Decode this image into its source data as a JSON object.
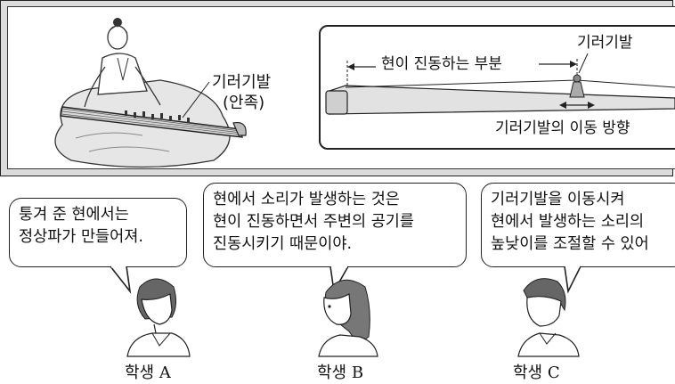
{
  "panel": {
    "left_label_line1": "기러기발",
    "left_label_line2": "(안족)",
    "diagram_vibrating_part": "현이 진동하는 부분",
    "diagram_bridge": "기러기발",
    "diagram_direction": "기러기발의 이동 방향"
  },
  "students": [
    {
      "name": "학생 A",
      "speech": [
        "퉁겨 준 현에서는",
        "정상파가 만들어져."
      ]
    },
    {
      "name": "학생 B",
      "speech": [
        "현에서 소리가 발생하는 것은",
        "현이 진동하면서 주변의 공기를",
        "진동시키기 때문이야."
      ]
    },
    {
      "name": "학생 C",
      "speech": [
        "기러기발을 이동시켜",
        "현에서 발생하는 소리의",
        "높낮이를 조절할 수 있어"
      ]
    }
  ]
}
